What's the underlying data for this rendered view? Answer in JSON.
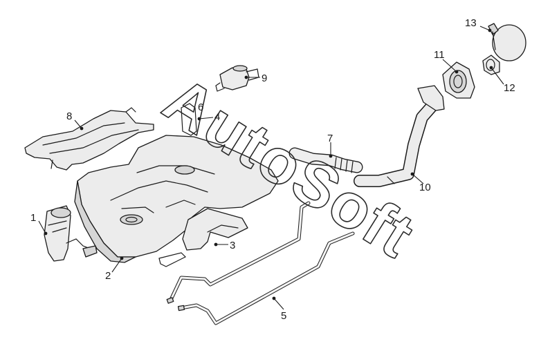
{
  "diagram": {
    "callouts": {
      "c1": "1",
      "c2": "2",
      "c3": "3",
      "c4": "4",
      "c5": "5",
      "c6": "6",
      "c7": "7",
      "c8": "8",
      "c9": "9",
      "c10": "10",
      "c11": "11",
      "c12": "12",
      "c13": "13"
    },
    "watermark": "AutoSoft"
  }
}
